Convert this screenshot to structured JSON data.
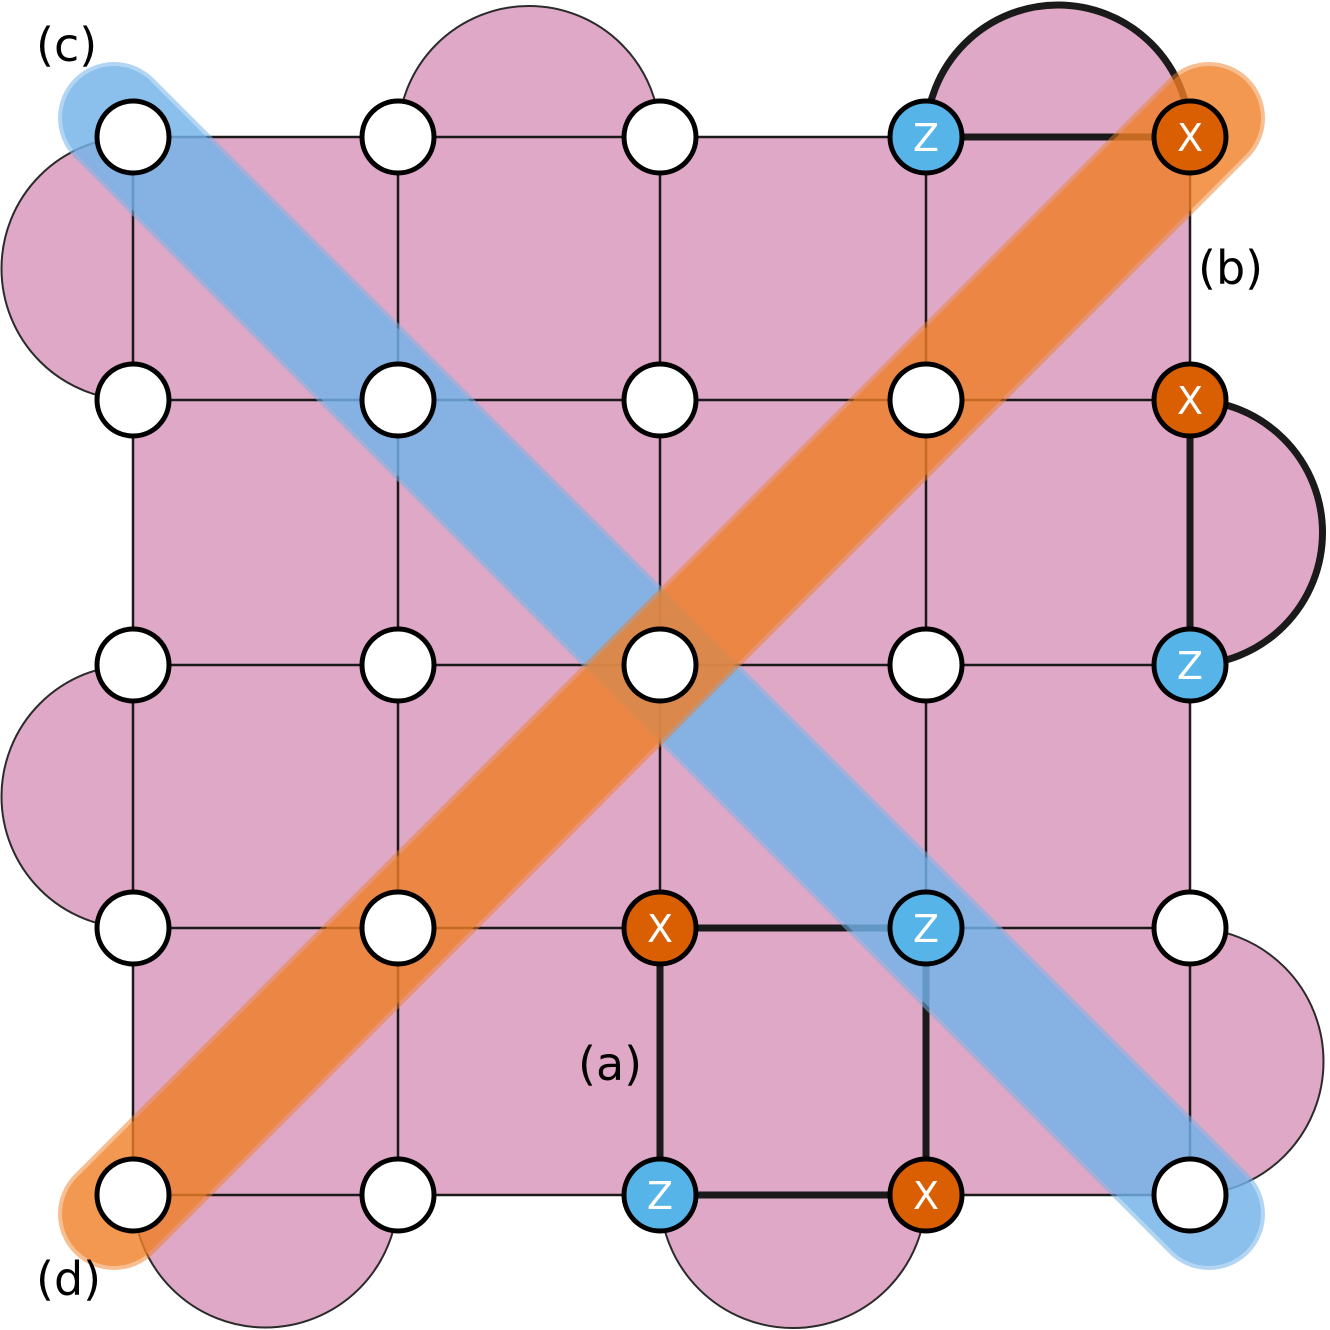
{
  "diagram": {
    "grid": {
      "rows": 5,
      "cols": 5
    },
    "colors": {
      "plaquette_fill": "#dfa8c6",
      "x_node": "#d95f02",
      "z_node": "#56b4e9",
      "plain_node": "#ffffff",
      "blue_band": "#73b3ea",
      "orange_band": "#f07f26"
    },
    "panel_labels": {
      "a": "(a)",
      "b": "(b)",
      "c": "(c)",
      "d": "(d)"
    },
    "nodes": [
      {
        "row": 0,
        "col": 0,
        "type": "plain",
        "label": ""
      },
      {
        "row": 0,
        "col": 1,
        "type": "plain",
        "label": ""
      },
      {
        "row": 0,
        "col": 2,
        "type": "plain",
        "label": ""
      },
      {
        "row": 0,
        "col": 3,
        "type": "z",
        "label": "Z"
      },
      {
        "row": 0,
        "col": 4,
        "type": "x",
        "label": "X"
      },
      {
        "row": 1,
        "col": 0,
        "type": "plain",
        "label": ""
      },
      {
        "row": 1,
        "col": 1,
        "type": "plain",
        "label": ""
      },
      {
        "row": 1,
        "col": 2,
        "type": "plain",
        "label": ""
      },
      {
        "row": 1,
        "col": 3,
        "type": "plain",
        "label": ""
      },
      {
        "row": 1,
        "col": 4,
        "type": "x",
        "label": "X"
      },
      {
        "row": 2,
        "col": 0,
        "type": "plain",
        "label": ""
      },
      {
        "row": 2,
        "col": 1,
        "type": "plain",
        "label": ""
      },
      {
        "row": 2,
        "col": 2,
        "type": "plain",
        "label": ""
      },
      {
        "row": 2,
        "col": 3,
        "type": "plain",
        "label": ""
      },
      {
        "row": 2,
        "col": 4,
        "type": "z",
        "label": "Z"
      },
      {
        "row": 3,
        "col": 0,
        "type": "plain",
        "label": ""
      },
      {
        "row": 3,
        "col": 1,
        "type": "plain",
        "label": ""
      },
      {
        "row": 3,
        "col": 2,
        "type": "x",
        "label": "X"
      },
      {
        "row": 3,
        "col": 3,
        "type": "z",
        "label": "Z"
      },
      {
        "row": 3,
        "col": 4,
        "type": "plain",
        "label": ""
      },
      {
        "row": 4,
        "col": 0,
        "type": "plain",
        "label": ""
      },
      {
        "row": 4,
        "col": 1,
        "type": "plain",
        "label": ""
      },
      {
        "row": 4,
        "col": 2,
        "type": "z",
        "label": "Z"
      },
      {
        "row": 4,
        "col": 3,
        "type": "x",
        "label": "X"
      },
      {
        "row": 4,
        "col": 4,
        "type": "plain",
        "label": ""
      }
    ]
  }
}
